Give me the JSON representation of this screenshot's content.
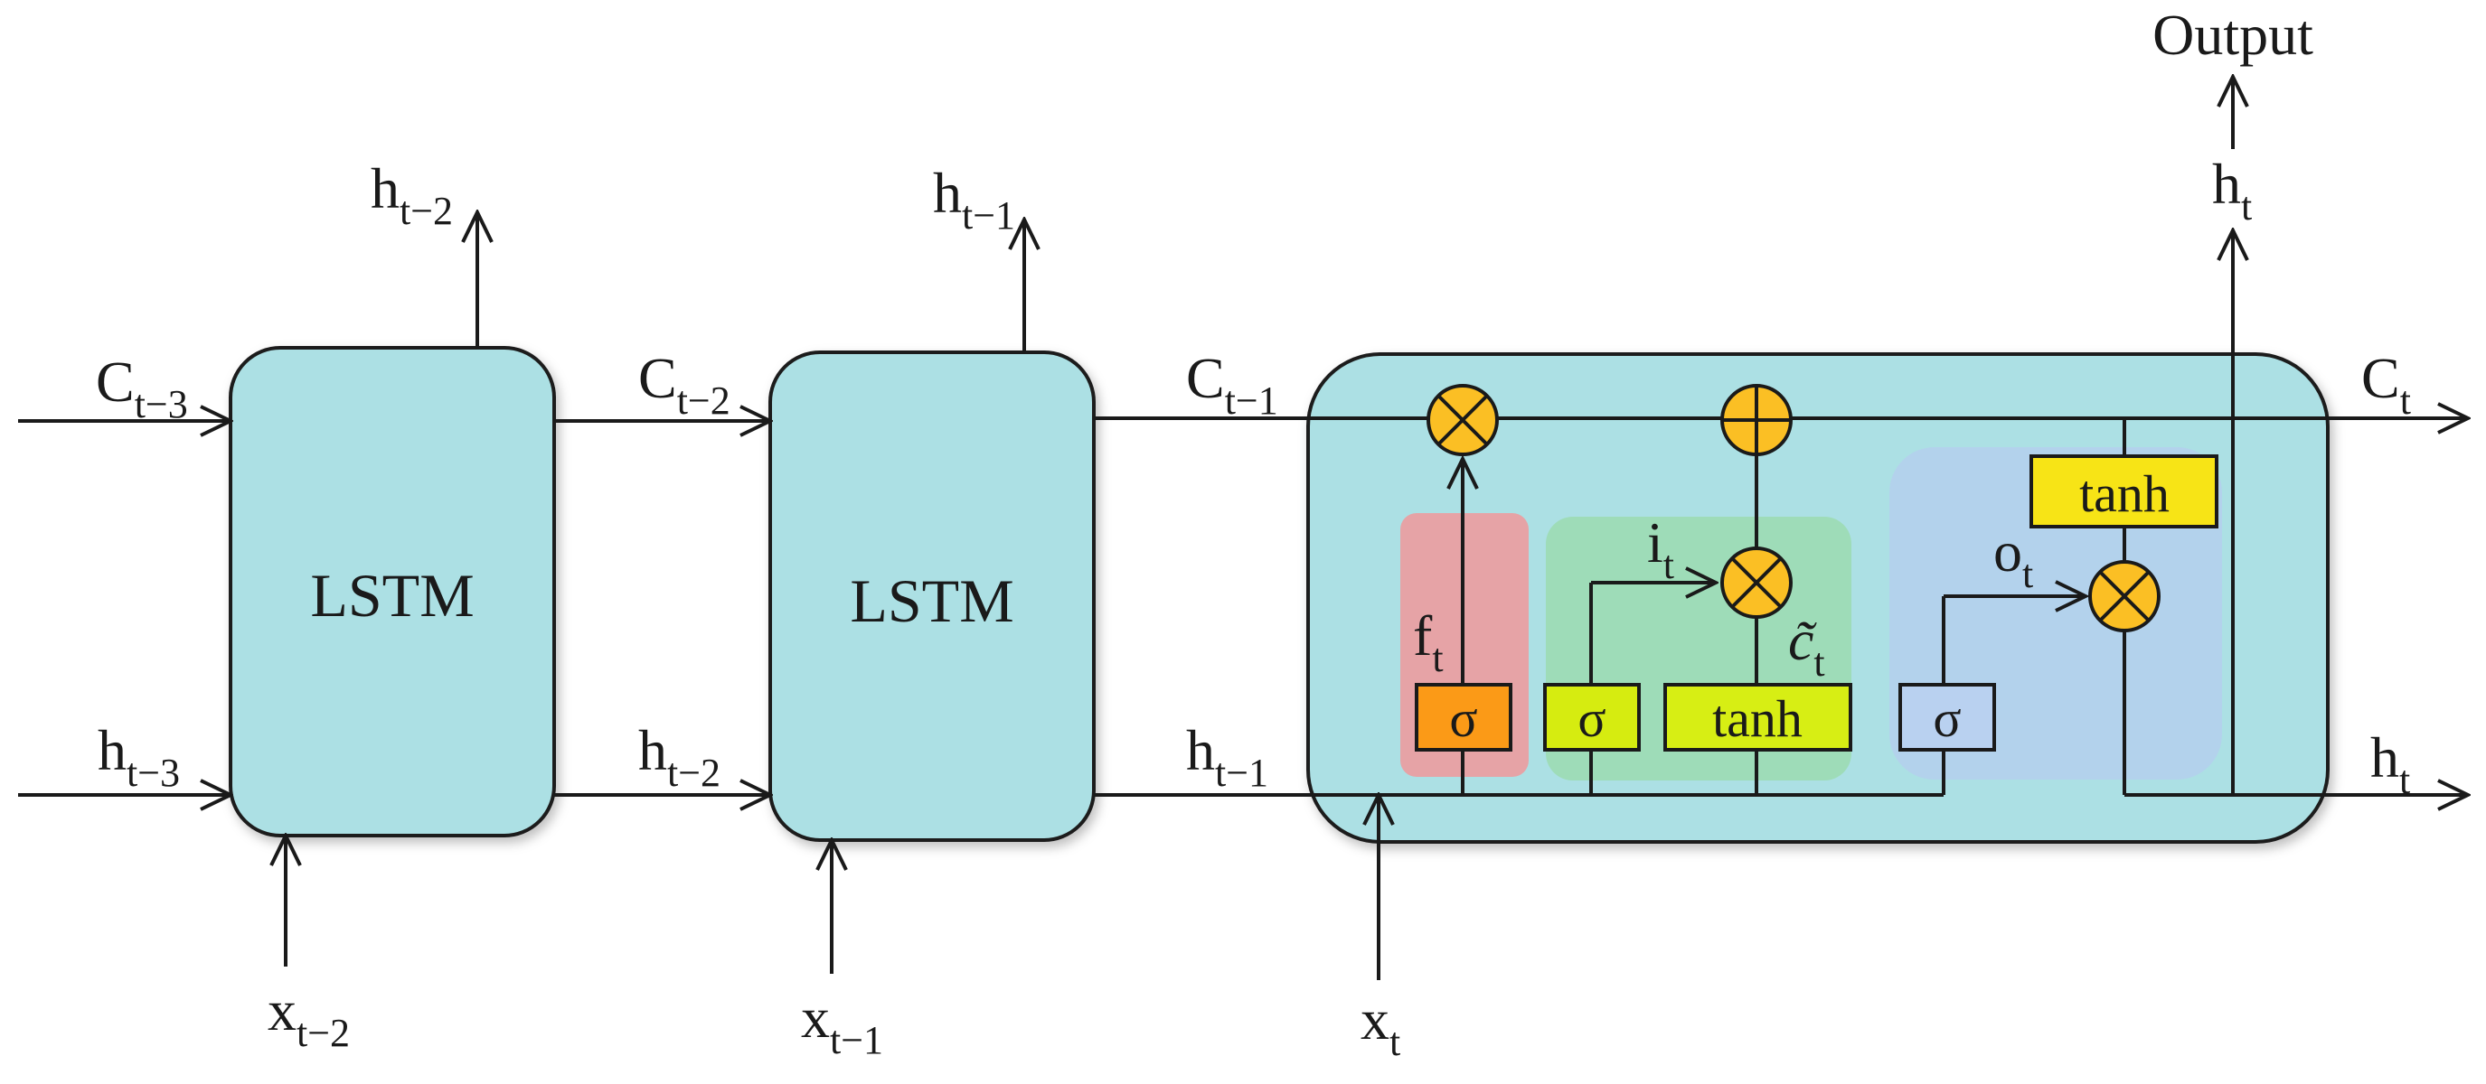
{
  "cells": [
    {
      "label": "LSTM",
      "c_in": "C",
      "c_in_sub": "t−3",
      "h_in": "h",
      "h_in_sub": "t−3",
      "h_out": "h",
      "h_out_sub": "t−2",
      "x": "x",
      "x_sub": "t−2"
    },
    {
      "label": "LSTM",
      "c_in": "C",
      "c_in_sub": "t−2",
      "h_in": "h",
      "h_in_sub": "t−2",
      "h_out": "h",
      "h_out_sub": "t−1",
      "x": "x",
      "x_sub": "t−1"
    }
  ],
  "detailed_cell": {
    "c_in": "C",
    "c_in_sub": "t−1",
    "h_in": "h",
    "h_in_sub": "t−1",
    "x": "x",
    "x_sub": "t",
    "c_out": "C",
    "c_out_sub": "t",
    "h_out": "h",
    "h_out_sub": "t",
    "h_up": "h",
    "h_up_sub": "t",
    "output": "Output",
    "forget": {
      "sym": "f",
      "sub": "t",
      "gate": "σ"
    },
    "input": {
      "sym": "i",
      "sub": "t",
      "gate": "σ",
      "cand_gate": "tanh",
      "cand_sym": "c̃",
      "cand_sub": "t"
    },
    "output_gate": {
      "sym": "o",
      "sub": "t",
      "gate": "σ",
      "tanh": "tanh"
    },
    "ops": {
      "multiply": "⊗",
      "add": "⊕"
    }
  },
  "colors": {
    "cell_fill": "#ace0e4",
    "forget_panel": "#e6a3a6",
    "input_panel": "#9edcb8",
    "output_panel": "#b3d2ec",
    "op_fill": "#fbbf24",
    "sigma_forget": "#fb9a17",
    "sigma_input": "#d6ec10",
    "tanh_fill": "#d7ee14",
    "sigma_output": "#b9d1f0",
    "tanh_output": "#f7e416",
    "stroke": "#1a1a1a"
  }
}
